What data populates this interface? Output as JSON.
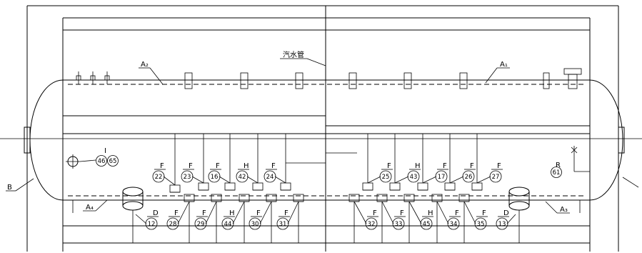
{
  "title_label": "汽水管",
  "labels": {
    "a1": "A₁",
    "a2": "A₂",
    "a3": "A₃",
    "a4": "A₄",
    "b": "B"
  },
  "callouts": [
    {
      "id": "c22",
      "letter": "F",
      "num": "22"
    },
    {
      "id": "c23",
      "letter": "F",
      "num": "23"
    },
    {
      "id": "c16",
      "letter": "F",
      "num": "16"
    },
    {
      "id": "c42",
      "letter": "H",
      "num": "42"
    },
    {
      "id": "c24",
      "letter": "F",
      "num": "24"
    },
    {
      "id": "c25",
      "letter": "F",
      "num": "25"
    },
    {
      "id": "c43",
      "letter": "H",
      "num": "43"
    },
    {
      "id": "c17",
      "letter": "F",
      "num": "17"
    },
    {
      "id": "c26",
      "letter": "F",
      "num": "26"
    },
    {
      "id": "c27",
      "letter": "F",
      "num": "27"
    },
    {
      "id": "c12",
      "letter": "D",
      "num": "12"
    },
    {
      "id": "c28",
      "letter": "F",
      "num": "28"
    },
    {
      "id": "c29",
      "letter": "F",
      "num": "29"
    },
    {
      "id": "c44",
      "letter": "H",
      "num": "44"
    },
    {
      "id": "c30",
      "letter": "F",
      "num": "30"
    },
    {
      "id": "c31",
      "letter": "F",
      "num": "31"
    },
    {
      "id": "c32",
      "letter": "F",
      "num": "32"
    },
    {
      "id": "c33",
      "letter": "F",
      "num": "33"
    },
    {
      "id": "c45",
      "letter": "H",
      "num": "45"
    },
    {
      "id": "c34",
      "letter": "F",
      "num": "34"
    },
    {
      "id": "c35",
      "letter": "F",
      "num": "35"
    },
    {
      "id": "c13",
      "letter": "D",
      "num": "13"
    }
  ],
  "left_pair": {
    "letter": "I",
    "nums": [
      "46",
      "65"
    ]
  },
  "right_single": {
    "letter": "R",
    "num": "61"
  }
}
